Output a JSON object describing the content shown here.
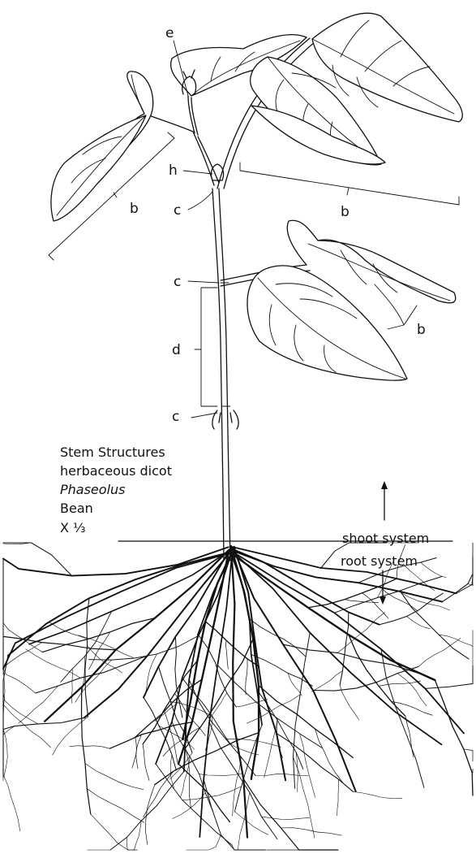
{
  "labels": {
    "e": "e",
    "h": "h",
    "c": "c",
    "b": "b",
    "d": "d"
  },
  "caption": {
    "line1": "Stem Structures",
    "line2": "herbaceous dicot",
    "line3": "Phaseolus",
    "line4": "Bean",
    "magnification": "X ⅓"
  },
  "systems": {
    "shoot": "shoot system",
    "root": "root system"
  },
  "icons": {
    "up_arrow": "up-arrow-icon",
    "down_arrow": "down-arrow-icon"
  },
  "colors": {
    "ink": "#111111",
    "background": "#ffffff"
  }
}
